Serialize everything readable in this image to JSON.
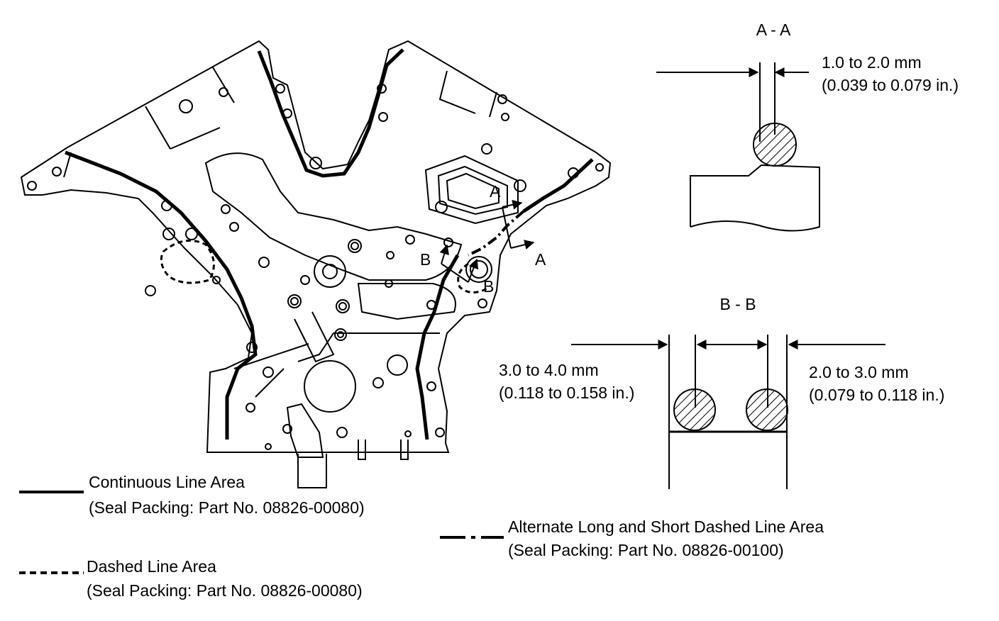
{
  "section_aa": {
    "title": "A - A",
    "dim_mm": "1.0 to 2.0 mm",
    "dim_in": "(0.039 to 0.079 in.)"
  },
  "section_bb": {
    "title": "B - B",
    "left_dim_mm": "3.0 to 4.0 mm",
    "left_dim_in": "(0.118 to 0.158 in.)",
    "right_dim_mm": "2.0 to 3.0 mm",
    "right_dim_in": "(0.079 to 0.118 in.)"
  },
  "cover_markers": {
    "a_upper": "A",
    "a_lower": "A",
    "b_left": "B",
    "b_right": "B"
  },
  "legend": {
    "continuous": {
      "title": "Continuous Line Area",
      "part": "(Seal Packing: Part No. 08826-00080)"
    },
    "dashed": {
      "title": "Dashed Line Area",
      "part": "(Seal Packing: Part No. 08826-00080)"
    },
    "alternate": {
      "title": "Alternate Long and Short Dashed Line Area",
      "part": "(Seal Packing: Part No. 08826-00100)"
    }
  },
  "colors": {
    "ink": "#000000",
    "paper": "#ffffff"
  }
}
